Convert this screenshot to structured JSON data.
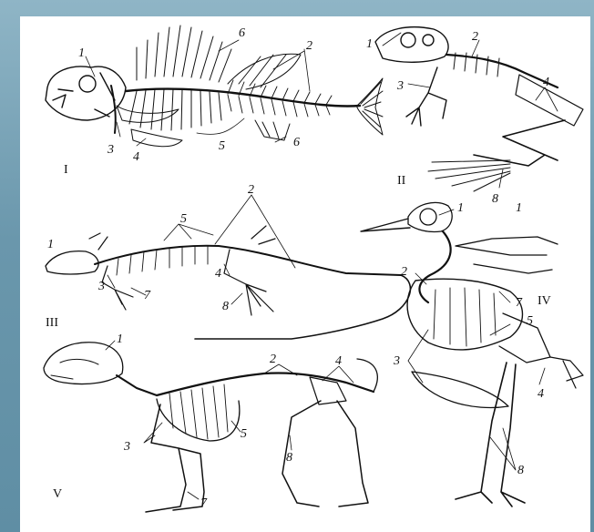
{
  "figure": {
    "background_color": "#ffffff",
    "frame_color": "#6f9bb0",
    "ink_color": "#111111"
  },
  "specimens": {
    "fish": {
      "numeral": "I",
      "labels": {
        "l1": "1",
        "l2": "2",
        "l3": "3",
        "l4": "4",
        "l5": "5",
        "l6a": "6",
        "l6b": "6"
      }
    },
    "frog": {
      "numeral": "II",
      "labels": {
        "l1": "1",
        "l2": "2",
        "l3": "3",
        "l4": "4",
        "l8": "8",
        "l1b": "1"
      }
    },
    "lizard": {
      "numeral": "III",
      "labels": {
        "l1": "1",
        "l2": "2",
        "l3": "3",
        "l4": "4",
        "l5": "5",
        "l7": "7",
        "l8": "8"
      }
    },
    "bird": {
      "numeral": "IV",
      "labels": {
        "l1": "1",
        "l2": "2",
        "l3": "3",
        "l4": "4",
        "l5": "5",
        "l7": "7",
        "l8": "8"
      }
    },
    "mammal": {
      "numeral": "V",
      "labels": {
        "l1": "1",
        "l2": "2",
        "l3": "3",
        "l4": "4",
        "l5": "5",
        "l7": "7",
        "l8": "8"
      }
    }
  }
}
